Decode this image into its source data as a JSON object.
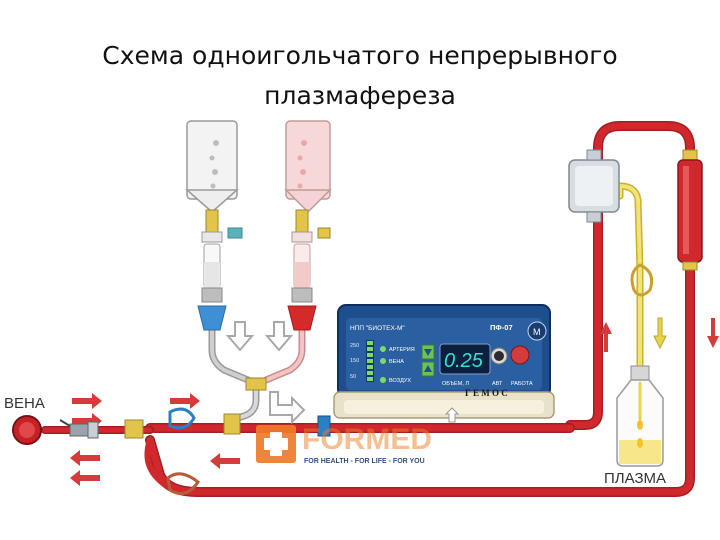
{
  "title": {
    "line1": "Схема одноигольчатого непрерывного",
    "line2": "плазмафереза"
  },
  "labels": {
    "vein": "ВЕНА",
    "plasma": "ПЛАЗМА"
  },
  "device": {
    "maker": "НПП \"БИОТЕХ-М\"",
    "model": "ПФ-07",
    "display": "0.25",
    "scale": [
      "250",
      "150",
      "50"
    ],
    "artery": "АРТЕРИЯ",
    "vein": "ВЕНА",
    "air": "ВОЗДУХ",
    "volume": "ОБЪЕМ, Л",
    "auto": "АВТ",
    "work": "РАБОТА",
    "brand": "Г Е М О С",
    "badge": "М"
  },
  "watermark": {
    "brand": "FORMED",
    "tagline": "FOR HEALTH - FOR LIFE - FOR YOU"
  },
  "colors": {
    "blood": "#d0282c",
    "plasma_line": "#e8d44a",
    "saline_line": "#b8b8b8",
    "device_body": "#1f4e8e",
    "watermark": "#ee7b2a"
  }
}
